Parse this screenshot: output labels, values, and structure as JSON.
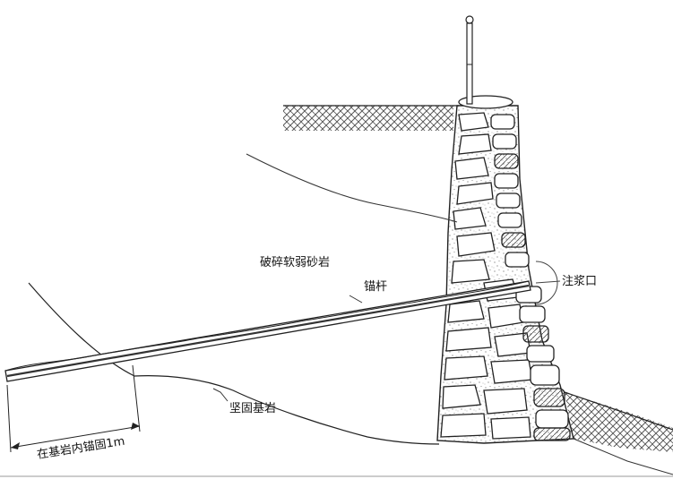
{
  "labels": {
    "fractured_rock": "破碎软弱砂岩",
    "anchor_rod": "锚杆",
    "grout_port": "注浆口",
    "bedrock": "坚固基岩",
    "anchorage_length": "在基岩内锚固1m"
  },
  "colors": {
    "line": "#222222",
    "fill": "#ffffff",
    "hatch": "#555555",
    "speckle": "#666666"
  }
}
